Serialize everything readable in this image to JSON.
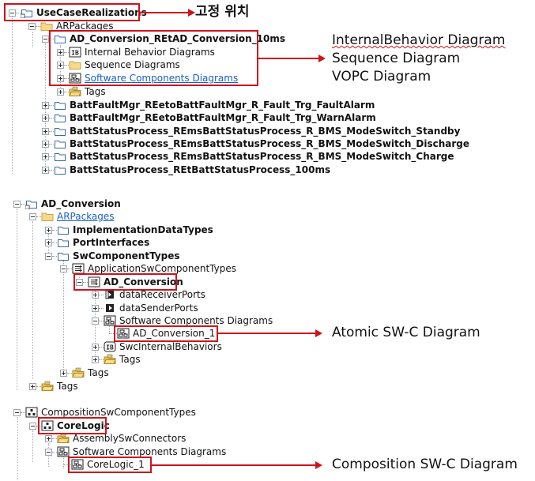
{
  "tree1": {
    "root": "UseCaseRealizations",
    "arpackages": "ARPackages",
    "selected_node": "AD_Conversion_REtAD_Conversion_10ms",
    "children": [
      "Internal Behavior Diagrams",
      "Sequence Diagrams",
      "Software Components Diagrams",
      "Tags"
    ],
    "siblings": [
      "BattFaultMgr_REetoBattFaultMgr_R_Fault_Trg_FaultAlarm",
      "BattFaultMgr_REetoBattFaultMgr_R_Fault_Trg_WarnAlarm",
      "BattStatusProcess_REmsBattStatusProcess_R_BMS_ModeSwitch_Standby",
      "BattStatusProcess_REmsBattStatusProcess_R_BMS_ModeSwitch_Discharge",
      "BattStatusProcess_REmsBattStatusProcess_R_BMS_ModeSwitch_Charge",
      "BattStatusProcess_REtBattStatusProcess_100ms"
    ]
  },
  "tree2": {
    "root": "AD_Conversion",
    "arpackages": "ARPackages",
    "packages": [
      "ImplementationDataTypes",
      "PortInterfaces",
      "SwComponentTypes"
    ],
    "app_types": "ApplicationSwComponentTypes",
    "component": "AD_Conversion",
    "component_children": [
      "dataReceiverPorts",
      "dataSenderPorts",
      "Software Components Diagrams"
    ],
    "diagram": "AD_Conversion_1",
    "after": [
      "SwcInternalBehaviors",
      "Tags"
    ],
    "tags_1": "Tags",
    "tags_2": "Tags"
  },
  "tree3": {
    "root": "CompositionSwComponentTypes",
    "component": "CoreLogic",
    "children": [
      "AssemblySwConnectors",
      "Software Components Diagrams"
    ],
    "diagram": "CoreLogic_1"
  },
  "annotations": {
    "fixed_position": "고정 위치",
    "diagrams_line1": "InternalBehavior Diagram",
    "diagrams_line2": "Sequence Diagram",
    "diagrams_line3": "VOPC Diagram",
    "atomic": "Atomic SW-C Diagram",
    "composition": "Composition SW-C Diagram"
  },
  "colors": {
    "highlight": "#d0121b",
    "link": "#1a5fc9"
  }
}
